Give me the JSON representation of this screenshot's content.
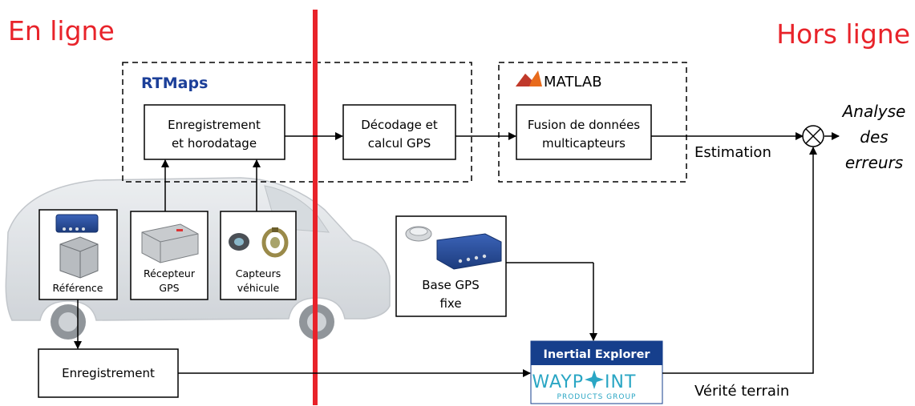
{
  "sections": {
    "online": "En ligne",
    "offline": "Hors ligne"
  },
  "groups": {
    "rtmaps": "RTMaps",
    "matlab": "MATLAB"
  },
  "blocks": {
    "recording_timestamp": [
      "Enregistrement",
      "et horodatage"
    ],
    "decoding": [
      "Décodage et",
      "calcul GPS"
    ],
    "fusion": [
      "Fusion de données",
      "multicapteurs"
    ],
    "reference": "Référence",
    "gps_receiver": [
      "Récepteur",
      "GPS"
    ],
    "vehicle_sensors": [
      "Capteurs",
      "véhicule"
    ],
    "base_gps": [
      "Base GPS",
      "fixe"
    ],
    "recording": "Enregistrement",
    "inertial_explorer": "Inertial Explorer",
    "waypoint_brand": "WAYP",
    "waypoint_brand_end": "INT",
    "waypoint_sub": "PRODUCTS GROUP"
  },
  "labels": {
    "estimation": "Estimation",
    "ground_truth": "Vérité terrain",
    "error_analysis": [
      "Analyse",
      "des",
      "erreurs"
    ]
  },
  "colors": {
    "divider": "#e8232a",
    "title": "#e8232a",
    "rtmaps": "#1c3f99",
    "ie_bar": "#163f8c",
    "waypoint": "#2aa6c4"
  }
}
